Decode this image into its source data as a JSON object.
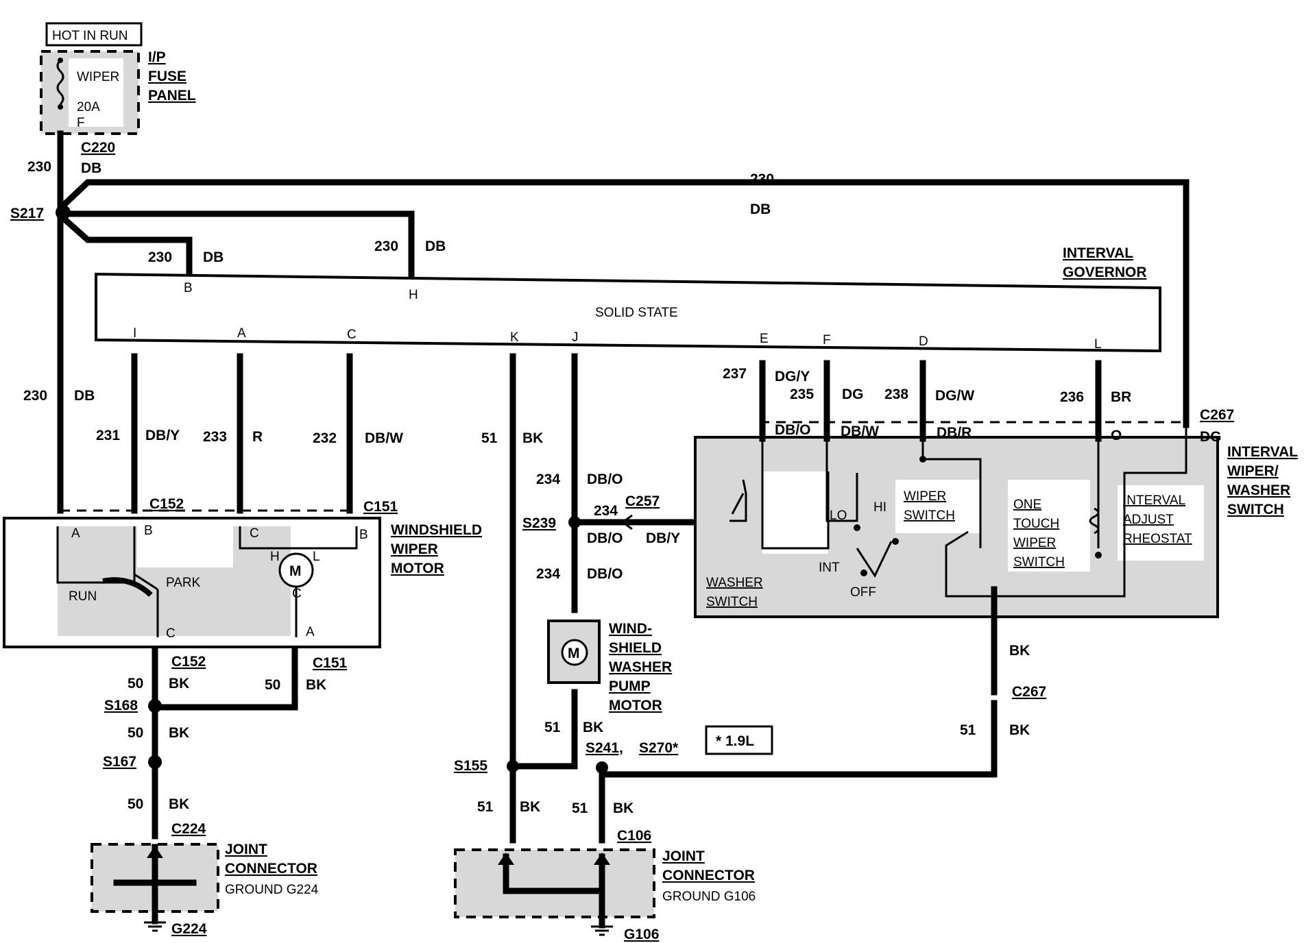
{
  "fuse": {
    "hot_label": "HOT IN RUN",
    "name": "WIPER",
    "rating": "20A",
    "pin": "F",
    "panel": [
      "I/P",
      "FUSE",
      "PANEL"
    ]
  },
  "splices": {
    "s217": "S217",
    "s168": "S168",
    "s167": "S167",
    "s239": "S239",
    "s155": "S155",
    "s241": "S241,",
    "s270": "S270*"
  },
  "connectors": {
    "c220": "C220",
    "c152_top": "C152",
    "c151_top": "C151",
    "c152_bot": "C152",
    "c151_bot": "C151",
    "c224": "C224",
    "c257": "C257",
    "c267_top": "C267",
    "c267_bot": "C267",
    "c106": "C106"
  },
  "note": "* 1.9L",
  "governor": {
    "title": [
      "INTERVAL",
      "GOVERNOR"
    ],
    "body": "SOLID STATE",
    "pins": {
      "b": "B",
      "h": "H",
      "i": "I",
      "a": "A",
      "c": "C",
      "k": "K",
      "j": "J",
      "e": "E",
      "f": "F",
      "d": "D",
      "l": "L"
    }
  },
  "wires": {
    "w230_main": "230",
    "db_main": "DB",
    "w230_top": "230",
    "db_top": "DB",
    "w230_b": "230",
    "db_b": "DB",
    "w230_h": "230",
    "db_h": "DB",
    "w230_left": "230",
    "db_left": "DB",
    "w231": "231",
    "dby": "DB/Y",
    "w233": "233",
    "r": "R",
    "w232": "232",
    "dbw": "DB/W",
    "w51_k": "51",
    "bk_k": "BK",
    "w234_a": "234",
    "dbo_a": "DB/O",
    "w234_b": "234",
    "dbo_b": "DB/O",
    "dby_b": "DB/Y",
    "w234_c": "234",
    "dbo_c": "DB/O",
    "w237": "237",
    "dgy": "DG/Y",
    "w235": "235",
    "dg": "DG",
    "w238": "238",
    "dgw": "DG/W",
    "w236": "236",
    "br": "BR",
    "c_dbo": "DB/O",
    "c_dbw": "DB/W",
    "c_dbr": "DB/R",
    "c_o": "O",
    "c_dg": "DG",
    "w50_a": "50",
    "bk_50a": "BK",
    "w50_b": "50",
    "bk_50b": "BK",
    "w50_c": "50",
    "bk_50c": "BK",
    "w50_d": "50",
    "bk_50d": "BK",
    "w51_pump": "51",
    "bk_pump": "BK",
    "bk_sw": "BK",
    "w51_sw": "51",
    "bk_sw2": "BK",
    "w51_l": "51",
    "bk_l": "BK",
    "w51_r": "51",
    "bk_r": "BK"
  },
  "wiper_motor": {
    "title": [
      "WINDSHIELD",
      "WIPER",
      "MOTOR"
    ],
    "pins": {
      "a": "A",
      "b": "B",
      "c": "C",
      "b2": "B",
      "c_bot": "C",
      "a_bot": "A",
      "hi": "H",
      "lo": "L",
      "c_brush": "C"
    },
    "run": "RUN",
    "park": "PARK",
    "motor": "M"
  },
  "washer_pump": {
    "title": [
      "WIND-",
      "SHIELD",
      "WASHER",
      "PUMP",
      "MOTOR"
    ],
    "motor": "M"
  },
  "switch": {
    "title": [
      "INTERVAL",
      "WIPER/",
      "WASHER",
      "SWITCH"
    ],
    "wiper_switch": [
      "WIPER",
      "SWITCH"
    ],
    "one_touch": [
      "ONE",
      "TOUCH",
      "WIPER",
      "SWITCH"
    ],
    "rheostat": [
      "INTERVAL",
      "ADJUST",
      "RHEOSTAT"
    ],
    "washer_switch": [
      "WASHER",
      "SWITCH"
    ],
    "lo": "LO",
    "hi": "HI",
    "int": "INT",
    "off": "OFF"
  },
  "grounds": {
    "left": {
      "title": [
        "JOINT",
        "CONNECTOR"
      ],
      "ground": "GROUND G224",
      "id": "G224"
    },
    "right": {
      "title": [
        "JOINT",
        "CONNECTOR"
      ],
      "ground": "GROUND G106",
      "id": "G106"
    }
  }
}
